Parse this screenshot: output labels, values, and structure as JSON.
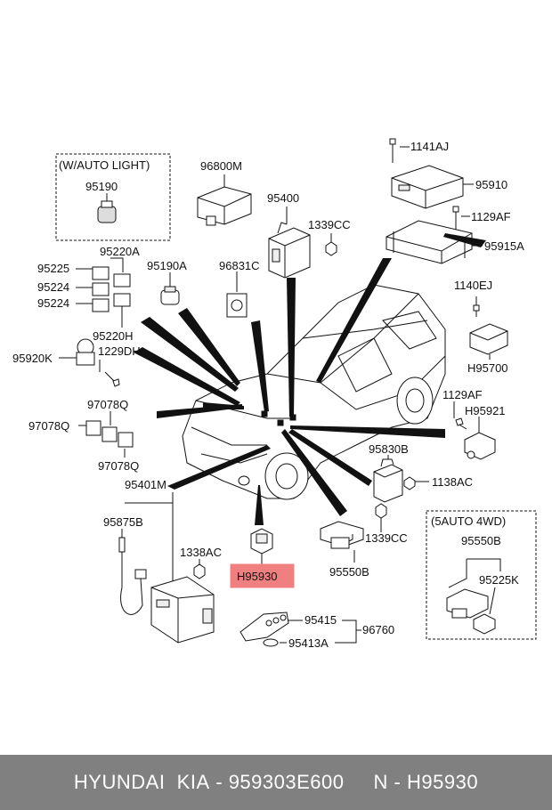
{
  "labels": {
    "auto_light_box": "(W/AUTO LIGHT)",
    "p95190": "95190",
    "p96800M": "96800M",
    "p95400": "95400",
    "p1339CC_top": "1339CC",
    "p1141AJ": "1141AJ",
    "p95910": "95910",
    "p1129AF_top": "1129AF",
    "p95915A": "95915A",
    "p95220A": "95220A",
    "p95225": "95225",
    "p95224_a": "95224",
    "p95224_b": "95224",
    "p95220H": "95220H",
    "p95190A": "95190A",
    "p96831C": "96831C",
    "p1140EJ": "1140EJ",
    "pH95700": "H95700",
    "p95920K": "95920K",
    "p1229DH": "1229DH",
    "p97078Q_top": "97078Q",
    "p97078Q_left": "97078Q",
    "p97078Q_bottom": "97078Q",
    "p1129AF_right": "1129AF",
    "pH95921": "H95921",
    "p95830B": "95830B",
    "p1138AC": "1138AC",
    "p95401M": "95401M",
    "p95875B": "95875B",
    "p1338AC": "1338AC",
    "pH95930": "H95930",
    "p1339CC_bottom": "1339CC",
    "p95550B_center": "95550B",
    "p4wd_box": "(5AUTO 4WD)",
    "p95550B_box": "95550B",
    "p95225K": "95225K",
    "p95415": "95415",
    "p96760": "96760",
    "p95413A": "95413A"
  },
  "footer": {
    "brand": "HYUNDAI  KIA",
    "sep1": " - ",
    "part_number": "959303E600",
    "gap": "     ",
    "ref": "N - H95930"
  },
  "colors": {
    "highlight_fill": "#f08080",
    "footer_bg": "#808080",
    "footer_text": "#ffffff"
  }
}
